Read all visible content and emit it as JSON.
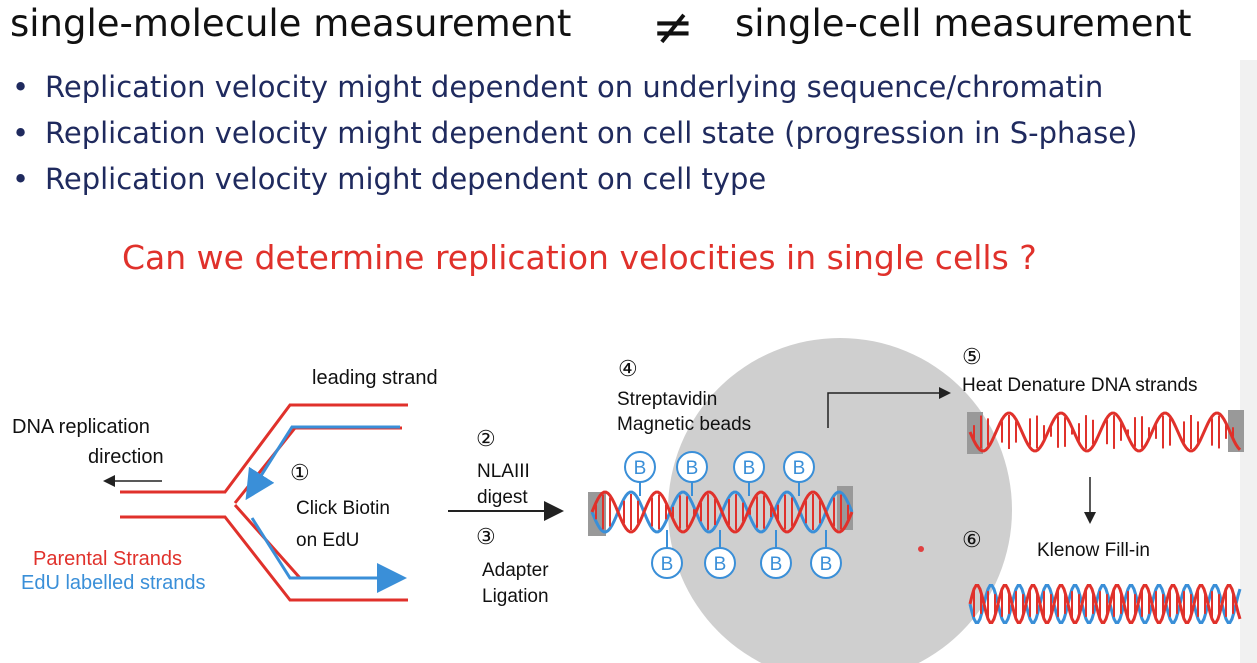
{
  "title": {
    "left": "single-molecule measurement",
    "neq_symbol": "≠",
    "right": "single-cell measurement"
  },
  "bullets": [
    "Replication velocity might dependent on underlying sequence/chromatin",
    "Replication velocity might dependent on cell state (progression in S-phase)",
    "Replication velocity might dependent on cell type"
  ],
  "bullet_symbol": "•",
  "question": "Can we determine replication velocities in single cells ?",
  "diagram": {
    "leading_strand": "leading strand",
    "dna_replication": "DNA replication",
    "direction": "direction",
    "parental_strands": "Parental Strands",
    "edu_labelled": "EdU labelled strands",
    "step1": {
      "num": "①",
      "line1": "Click Biotin",
      "line2": "on EdU"
    },
    "step2": {
      "num": "②",
      "line1": "NLAIII",
      "line2": "digest"
    },
    "step3": {
      "num": "③",
      "line1": "Adapter",
      "line2": "Ligation"
    },
    "step4": {
      "num": "④",
      "line1": "Streptavidin",
      "line2": "Magnetic beads"
    },
    "step5": {
      "num": "⑤",
      "line1": "Heat Denature DNA strands"
    },
    "step6": {
      "num": "⑥",
      "line1": "Klenow Fill-in"
    },
    "biotin_label": "B"
  },
  "colors": {
    "parental_red": "#e0312b",
    "edu_blue": "#3a8fd8",
    "bullet_navy": "#1f2a5e",
    "bead_grey": "#cfcfcf"
  }
}
